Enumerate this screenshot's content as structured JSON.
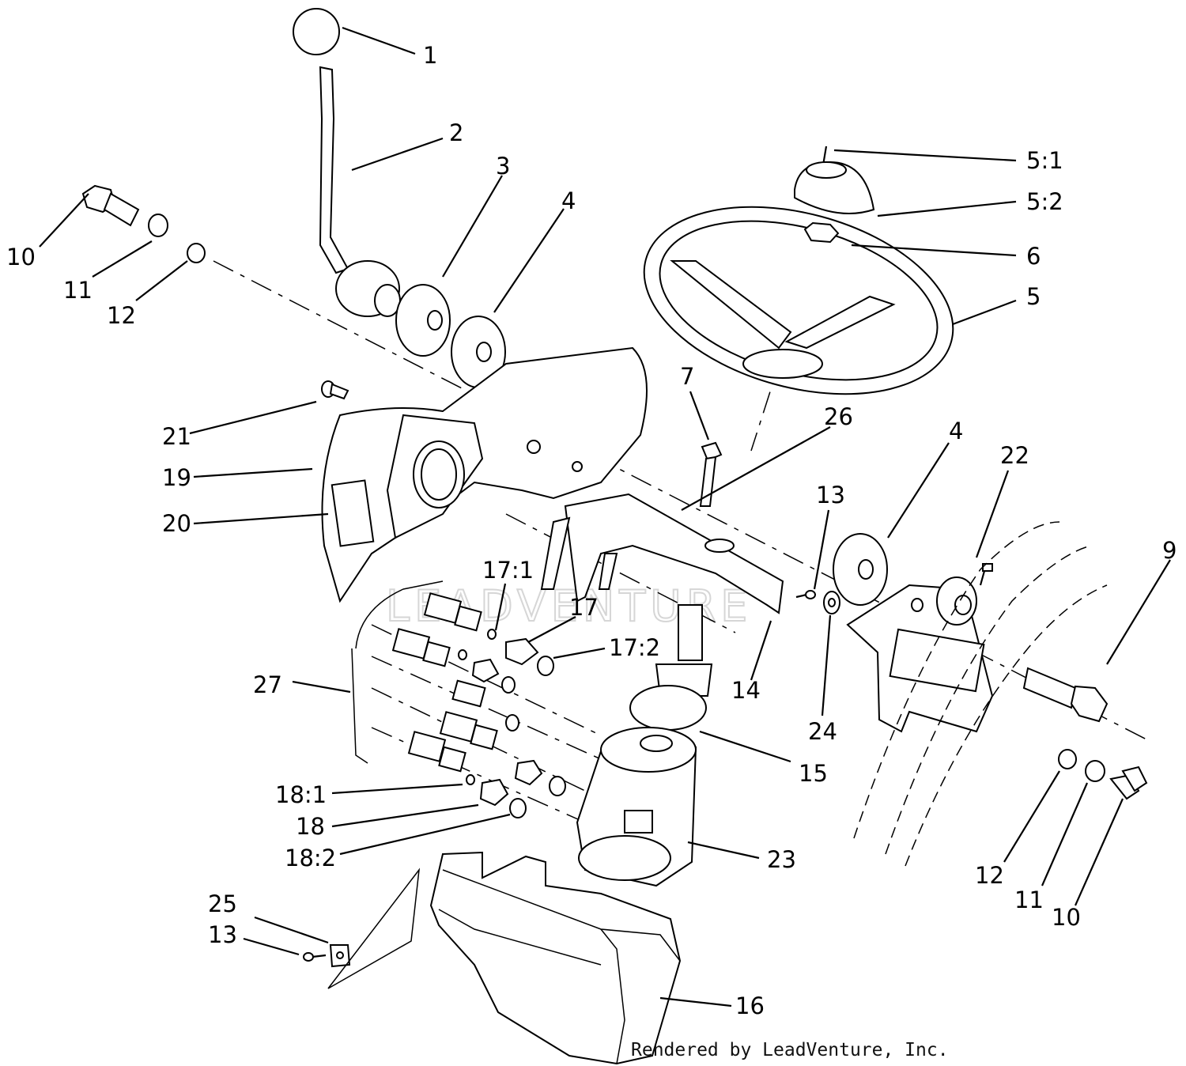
{
  "diagram": {
    "credit": "Rendered by LeadVenture, Inc.",
    "watermark": "LEADVENTURE",
    "callouts": [
      {
        "id": "c1",
        "text": "1"
      },
      {
        "id": "c2",
        "text": "2"
      },
      {
        "id": "c3",
        "text": "3"
      },
      {
        "id": "c4a",
        "text": "4"
      },
      {
        "id": "c5_1",
        "text": "5:1"
      },
      {
        "id": "c5_2",
        "text": "5:2"
      },
      {
        "id": "c6",
        "text": "6"
      },
      {
        "id": "c5",
        "text": "5"
      },
      {
        "id": "c10a",
        "text": "10"
      },
      {
        "id": "c11a",
        "text": "11"
      },
      {
        "id": "c12a",
        "text": "12"
      },
      {
        "id": "c7",
        "text": "7"
      },
      {
        "id": "c26",
        "text": "26"
      },
      {
        "id": "c21",
        "text": "21"
      },
      {
        "id": "c19",
        "text": "19"
      },
      {
        "id": "c20",
        "text": "20"
      },
      {
        "id": "c4b",
        "text": "4"
      },
      {
        "id": "c22",
        "text": "22"
      },
      {
        "id": "c13a",
        "text": "13"
      },
      {
        "id": "c9",
        "text": "9"
      },
      {
        "id": "c17_1",
        "text": "17:1"
      },
      {
        "id": "c17",
        "text": "17"
      },
      {
        "id": "c17_2",
        "text": "17:2"
      },
      {
        "id": "c27",
        "text": "27"
      },
      {
        "id": "c14",
        "text": "14"
      },
      {
        "id": "c24",
        "text": "24"
      },
      {
        "id": "c15",
        "text": "15"
      },
      {
        "id": "c18_1",
        "text": "18:1"
      },
      {
        "id": "c18",
        "text": "18"
      },
      {
        "id": "c18_2",
        "text": "18:2"
      },
      {
        "id": "c23",
        "text": "23"
      },
      {
        "id": "c12b",
        "text": "12"
      },
      {
        "id": "c11b",
        "text": "11"
      },
      {
        "id": "c10b",
        "text": "10"
      },
      {
        "id": "c25",
        "text": "25"
      },
      {
        "id": "c13b",
        "text": "13"
      },
      {
        "id": "c16",
        "text": "16"
      }
    ]
  }
}
